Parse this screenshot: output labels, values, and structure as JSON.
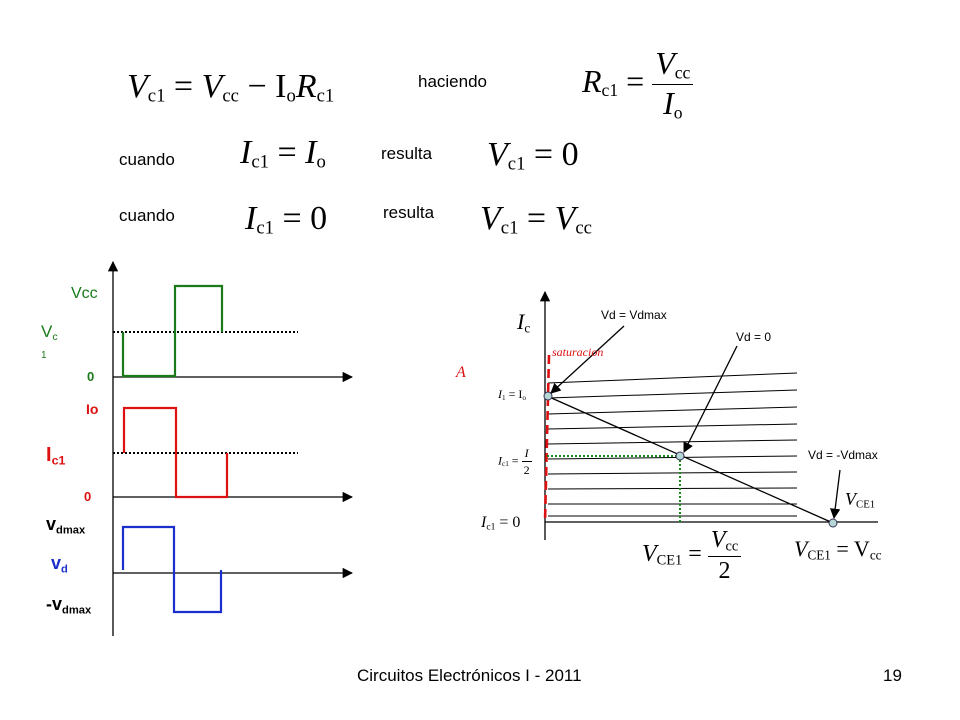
{
  "equations": {
    "eq1": {
      "lhs": "V",
      "lhs_sub": "c1",
      "rhs": "V",
      "rhs_sub": "cc",
      "minus": "− I",
      "io_sub": "o",
      "r": "R",
      "r_sub": "c1"
    },
    "haciendo": "haciendo",
    "eq2": {
      "lhs": "R",
      "lhs_sub": "c1",
      "num": "V",
      "num_sub": "cc",
      "den": "I",
      "den_sub": "o"
    },
    "cuando1": "cuando",
    "eq3": {
      "lhs": "I",
      "lhs_sub": "c1",
      "rhs": "I",
      "rhs_sub": "o"
    },
    "resulta1": "resulta",
    "eq4": {
      "lhs": "V",
      "lhs_sub": "c1",
      "rhs": "0"
    },
    "cuando2": "cuando",
    "eq5": {
      "lhs": "I",
      "lhs_sub": "c1",
      "rhs": "0"
    },
    "resulta2": "resulta",
    "eq6": {
      "lhs": "V",
      "lhs_sub": "c1",
      "rhs": "V",
      "rhs_sub": "cc"
    }
  },
  "waveforms": {
    "vcc": "Vcc",
    "vc_main": "V",
    "vc_sub": "c",
    "vc_num": "1",
    "zero1": "0",
    "io": "Io",
    "ic_main": "I",
    "ic_sub": "c1",
    "zero2": "0",
    "vdmax_main": "v",
    "vdmax_sub": "dmax",
    "vd_main": "v",
    "vd_sub": "d",
    "neg_vdmax_main": "-v",
    "neg_vdmax_sub": "dmax",
    "colors": {
      "vc": "#1a7a1a",
      "ic": "#dd1111",
      "vd": "#1a2fcc"
    }
  },
  "characteristic": {
    "ic_axis": "I",
    "ic_axis_sub": "c",
    "saturacion": "saturacion",
    "a_label": "A",
    "i1": "I",
    "i1_sub": "1",
    "i1_rhs": "= I",
    "i1_rhs_sub": "o",
    "imid": "I",
    "imid_sub": "c1",
    "imid_num": "I",
    "imid_den": "2",
    "izero": "I",
    "izero_sub": "c1",
    "izero_rhs": "= 0",
    "vce_axis": "V",
    "vce_axis_sub": "CE1",
    "vce_half": "V",
    "vce_half_sub": "CE1",
    "vce_half_num": "V",
    "vce_half_num_sub": "cc",
    "vce_half_den": "2",
    "vce_end": "V",
    "vce_end_sub": "CE1",
    "vce_end_rhs": "= V",
    "vce_end_rhs_sub": "cc",
    "callout_vdmax": "Vd = Vdmax",
    "callout_zero": "Vd = 0",
    "callout_neg": "Vd = -Vdmax"
  },
  "footer": {
    "course": "Circuitos Electrónicos I - 2011",
    "page": "19"
  }
}
